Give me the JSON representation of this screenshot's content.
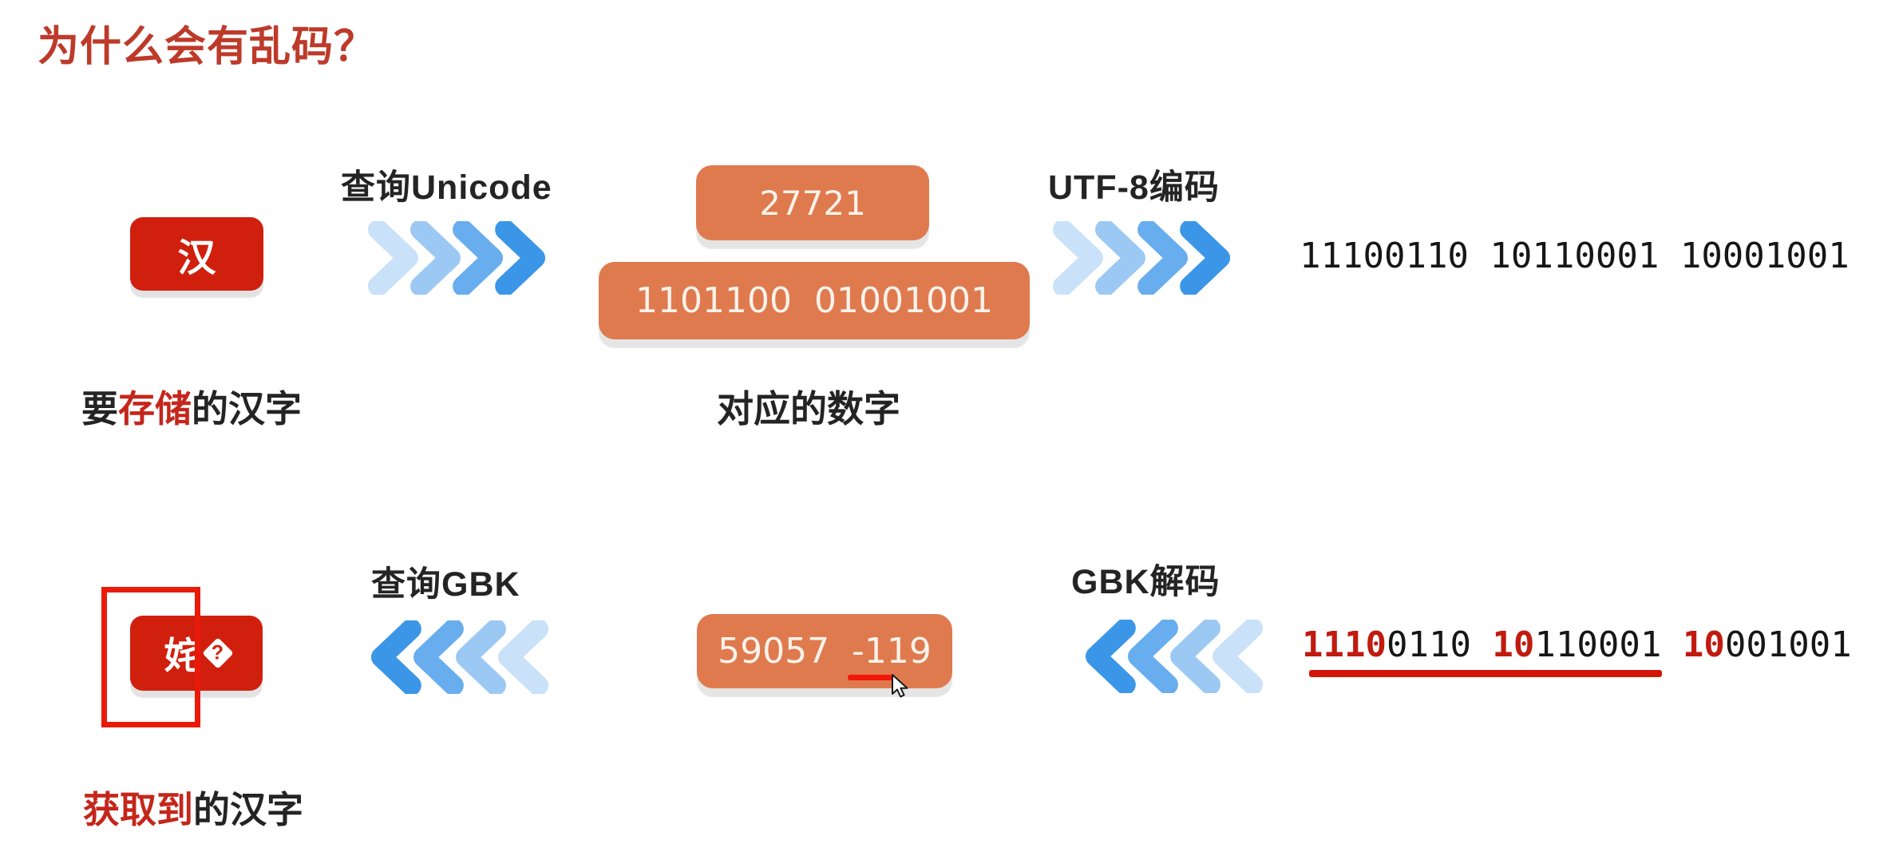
{
  "title": "为什么会有乱码？",
  "colors": {
    "title_red": "#bd3a2a",
    "char_box_red": "#d11f0e",
    "outline_red": "#ea1a0a",
    "highlight_red": "#c5261b",
    "binary_red": "#c11b10",
    "underline_red": "#d31409",
    "orange_box": "#df7a4e",
    "orange_box_text": "#f9f2ea",
    "label_black": "#242424",
    "chevron_blues": [
      "#c9e1f9",
      "#9cc8f4",
      "#68adee",
      "#3b96e8"
    ]
  },
  "top": {
    "source_char": "汉",
    "query_label": "查询Unicode",
    "codepoint": "27721",
    "codepoint_binary": "1101100  01001001",
    "encode_label": "UTF-8编码",
    "encoded_bytes": "11100110 10110001 10001001",
    "source_caption": {
      "prefix": "要",
      "highlight": "存储",
      "suffix": "的汉字"
    },
    "number_caption": "对应的数字"
  },
  "bottom": {
    "result_char": "姹",
    "replacement_char": "?",
    "query_label": "查询GBK",
    "values": "59057  -119",
    "decode_label": "GBK解码",
    "byte_segments": [
      {
        "text": "1110",
        "color": "red"
      },
      {
        "text": "0110 ",
        "color": "black"
      },
      {
        "text": "10",
        "color": "red"
      },
      {
        "text": "110001 ",
        "color": "black"
      },
      {
        "text": "10",
        "color": "red"
      },
      {
        "text": "001001",
        "color": "black"
      }
    ],
    "result_caption": {
      "highlight": "获取到",
      "suffix": "的汉字"
    }
  }
}
